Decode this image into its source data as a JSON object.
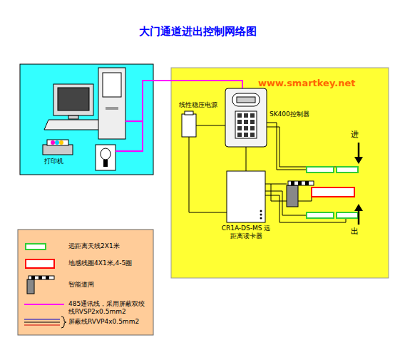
{
  "diagram": {
    "title": "大门通道进出控制网络图",
    "nodes": [
      {
        "text": [
          "线性稳压电源"
        ]
      },
      {
        "text": [
          "SK400控制器"
        ]
      },
      {
        "text": [
          "CR1A-DS-MS 远距离读卡器"
        ]
      },
      {
        "text": [
          "打印机"
        ]
      }
    ],
    "edges": [
      {
        "from": 0,
        "to": 1,
        "arrow": "none"
      },
      {
        "from": 0,
        "to": 2,
        "arrow": "none"
      },
      {
        "from": 1,
        "to": 2,
        "arrow": "none"
      }
    ],
    "labels": [
      "www.smartkey.net",
      "进",
      "出"
    ],
    "legend": [
      {
        "text": "远距离天线2X1米"
      },
      {
        "text": "地感线圈4X1米,4-5圈"
      },
      {
        "text": "智能道闸"
      },
      {
        "text": "485通讯线，采用屏蔽双绞线RVSP2x0.5mm2"
      },
      {
        "text": "屏蔽线RVVP4x0.5mm2"
      }
    ]
  }
}
